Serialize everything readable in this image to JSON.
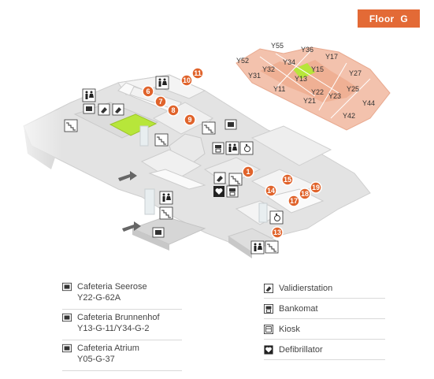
{
  "floor": {
    "label": "Floor",
    "value": "G"
  },
  "markers": [
    "1",
    "6",
    "7",
    "8",
    "9",
    "10",
    "11",
    "13",
    "14",
    "15",
    "17",
    "18",
    "19"
  ],
  "building_labels": [
    "Y55",
    "Y36",
    "Y17",
    "Y52",
    "Y34",
    "Y15",
    "Y31",
    "Y32",
    "Y27",
    "Y13",
    "Y11",
    "Y22",
    "Y25",
    "Y23",
    "Y21",
    "Y44",
    "Y42"
  ],
  "cafeterias": [
    {
      "name": "Cafeteria Seerose",
      "room": "Y22-G-62A"
    },
    {
      "name": "Cafeteria Brunnenhof",
      "room": "Y13-G-11/Y34-G-2"
    },
    {
      "name": "Cafeteria Atrium",
      "room": "Y05-G-37"
    }
  ],
  "services": [
    {
      "label": "Validierstation",
      "icon": "validation-station-icon"
    },
    {
      "label": "Bankomat",
      "icon": "atm-icon"
    },
    {
      "label": "Kiosk",
      "icon": "kiosk-icon"
    },
    {
      "label": "Defibrillator",
      "icon": "defibrillator-icon"
    }
  ],
  "colors": {
    "accent": "#e36a36",
    "marker": "#e0632b",
    "highlight": "#b7e63a",
    "building_highlight": "#f5c7b4"
  }
}
